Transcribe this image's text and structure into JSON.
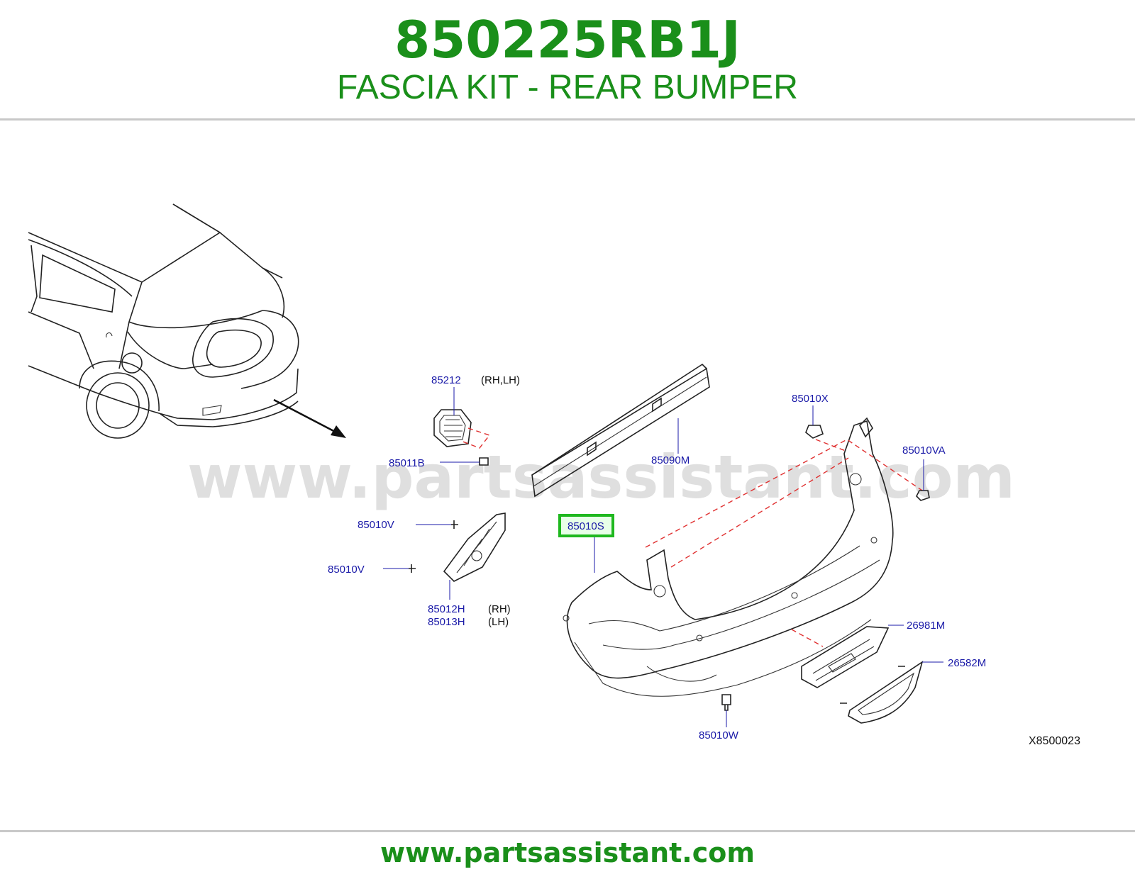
{
  "header": {
    "part_number": "850225RB1J",
    "description": "FASCIA KIT - REAR BUMPER"
  },
  "watermark": "www.partsassistant.com",
  "footer": {
    "url": "www.partsassistant.com"
  },
  "diagram": {
    "code": "X8500023",
    "highlight_color": "#1fb81f",
    "labels": {
      "p85212": "85212",
      "p85212_note": "(RH,LH)",
      "p85011b": "85011B",
      "p85010v_a": "85010V",
      "p85010v_b": "85010V",
      "p85012h": "85012H",
      "p85012h_note": "(RH)",
      "p85013h": "85013H",
      "p85013h_note": "(LH)",
      "p85090m": "85090M",
      "p85010s": "85010S",
      "p85010x": "85010X",
      "p85010va": "85010VA",
      "p26981m": "26981M",
      "p26582m": "26582M",
      "p85010w": "85010W"
    }
  }
}
